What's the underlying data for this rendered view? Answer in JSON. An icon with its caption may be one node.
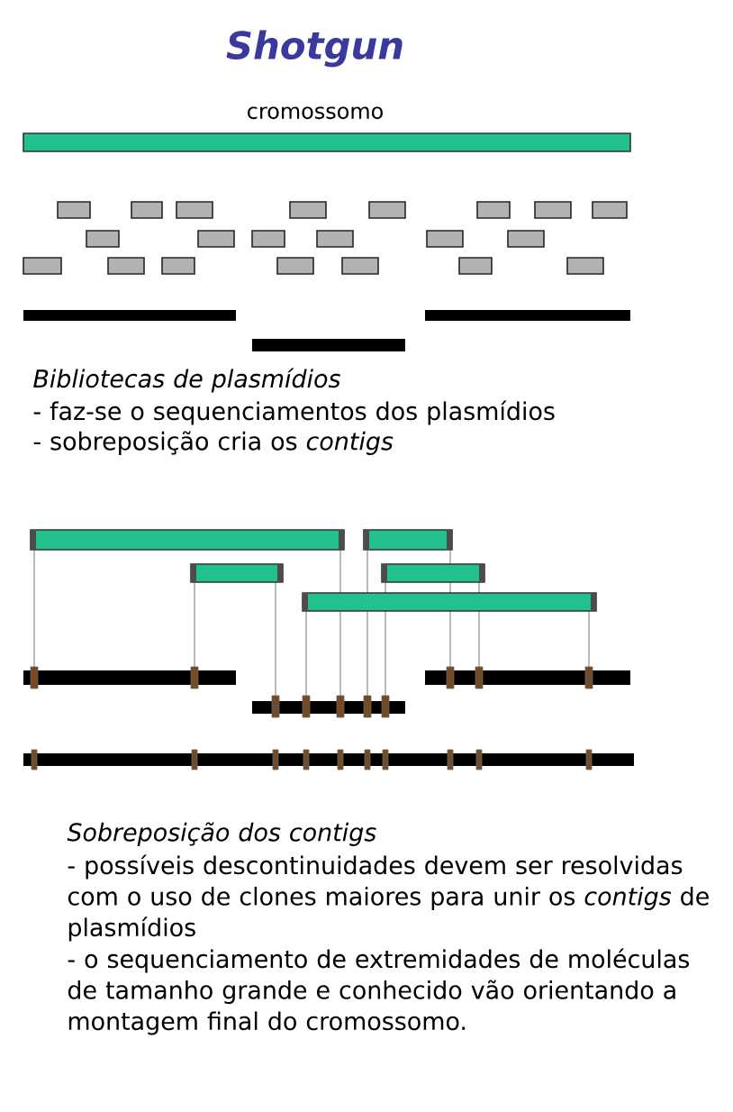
{
  "diagram": {
    "title": "Shotgun",
    "labels": [
      "cromossomo",
      "Bibliotecas de plasmídios",
      "- faz-se o sequenciamentos dos plasmídios",
      "- sobreposição cria os *contigs*",
      "Sobreposição dos contigs",
      "- possíveis descontinuidades devem ser resolvidas com o uso de clones maiores para unir os *contigs* de plasmídios",
      "- o sequenciamento de extremidades de moléculas de tamanho grande e conhecido vão orientando a montagem final do cromossomo."
    ]
  }
}
